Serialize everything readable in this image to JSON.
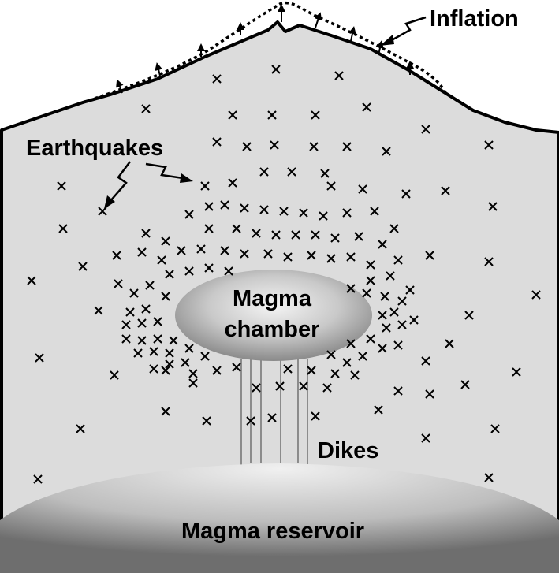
{
  "labels": {
    "inflation": "Inflation",
    "earthquakes": "Earthquakes",
    "magma_chamber_line1": "Magma",
    "magma_chamber_line2": "chamber",
    "dikes": "Dikes",
    "magma_reservoir": "Magma reservoir"
  },
  "colors": {
    "background": "#ffffff",
    "ground": "#dcdcdc",
    "outline": "#000000",
    "magma_light": "#f2f2f2",
    "magma_dark": "#7a7a7a"
  }
}
